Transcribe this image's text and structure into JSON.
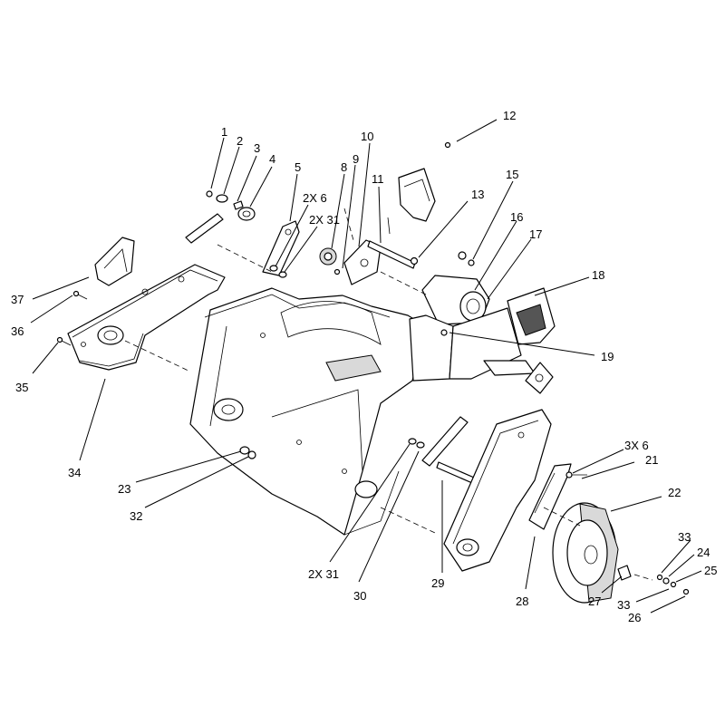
{
  "callouts": {
    "c1": "1",
    "c2": "2",
    "c3": "3",
    "c4": "4",
    "c5": "5",
    "c6a": "2X 6",
    "c31a": "2X 31",
    "c8": "8",
    "c9": "9",
    "c10": "10",
    "c11": "11",
    "c12": "12",
    "c13": "13",
    "c15": "15",
    "c16": "16",
    "c17": "17",
    "c18": "18",
    "c19": "19",
    "c6b": "3X 6",
    "c21": "21",
    "c22": "22",
    "c33a": "33",
    "c24": "24",
    "c25": "25",
    "c33b": "33",
    "c26": "26",
    "c27": "27",
    "c28": "28",
    "c29": "29",
    "c30": "30",
    "c31b": "2X 31",
    "c32": "32",
    "c23": "23",
    "c34": "34",
    "c35": "35",
    "c36": "36",
    "c37": "37"
  }
}
